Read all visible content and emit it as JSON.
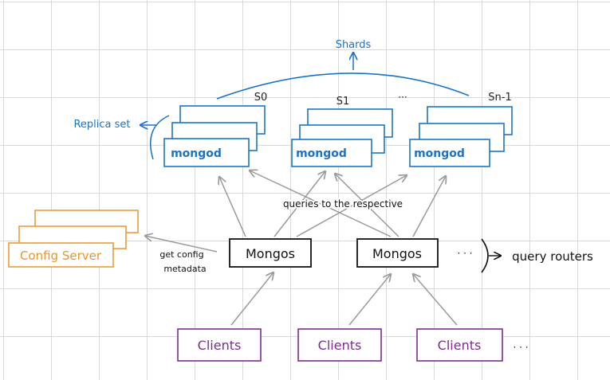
{
  "shards": {
    "title": "Shards",
    "labels": [
      "S0",
      "S1",
      "···",
      "Sn-1"
    ],
    "node_label": "mongod",
    "replica_set_label": "Replica set"
  },
  "config": {
    "label": "Config Server",
    "edge_label_line1": "get config",
    "edge_label_line2": "metadata"
  },
  "routers": {
    "node_label": "Mongos",
    "ellipsis": "· · ·",
    "group_label": "query routers",
    "edge_label": "queries to the respective"
  },
  "clients": {
    "node_label": "Clients",
    "ellipsis": "· · ·"
  },
  "colors": {
    "shard": "#1a73c9",
    "config": "#e8952c",
    "client": "#7b2d8e",
    "router": "#111111",
    "arrow": "#9a9a9a",
    "grid": "#d9d9d9"
  }
}
